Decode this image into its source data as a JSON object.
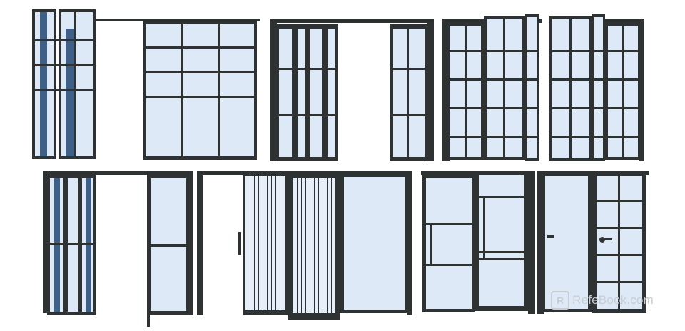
{
  "watermark": {
    "logo_letter": "R",
    "text": "RefeBook.com"
  },
  "colors": {
    "frame": "#2f3233",
    "glass": "#dde9f7",
    "glass_tinted": "#3e5f86",
    "background": "#ffffff"
  },
  "items": [
    "folding-door-tall-left",
    "double-door-panels",
    "bifold-four-leaf",
    "single-swing-door",
    "bifold-grid-door",
    "bifold-grid-door-right",
    "bifold-tinted-door",
    "single-door-transom",
    "reeded-glass-fold-door",
    "clear-glass-panel",
    "pivot-door-bars",
    "pivot-door-bars-2",
    "swing-door-handle",
    "grid-sidelight"
  ]
}
